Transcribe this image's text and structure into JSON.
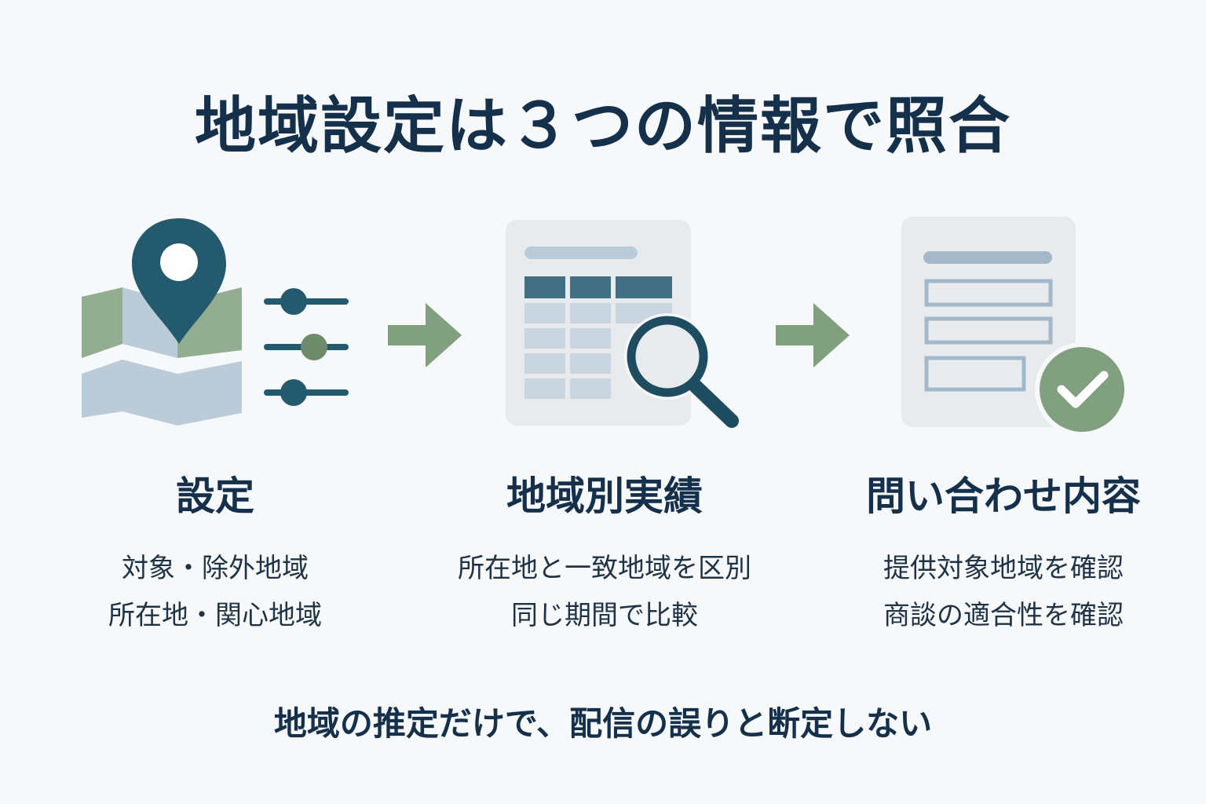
{
  "title": "地域設定は３つの情報で照合",
  "steps": [
    {
      "title": "設定",
      "lines": [
        "対象・除外地域",
        "所在地・関心地域"
      ]
    },
    {
      "title": "地域別実績",
      "lines": [
        "所在地と一致地域を区別",
        "同じ期間で比較"
      ]
    },
    {
      "title": "問い合わせ内容",
      "lines": [
        "提供対象地域を確認",
        "商談の適合性を確認"
      ]
    }
  ],
  "footer": "地域の推定だけで、配信の誤りと断定しない",
  "icons": [
    "map-pin-icon",
    "sliders-icon",
    "arrow-right-icon",
    "table-report-icon",
    "magnifier-icon",
    "arrow-right-icon",
    "form-document-icon",
    "checkmark-icon"
  ],
  "colors": {
    "dark_teal": "#245a6e",
    "sage_green": "#80a07f",
    "light_blue_gray": "#bccbd8",
    "navy_text": "#15304b",
    "card_bg": "#e8ebee"
  }
}
